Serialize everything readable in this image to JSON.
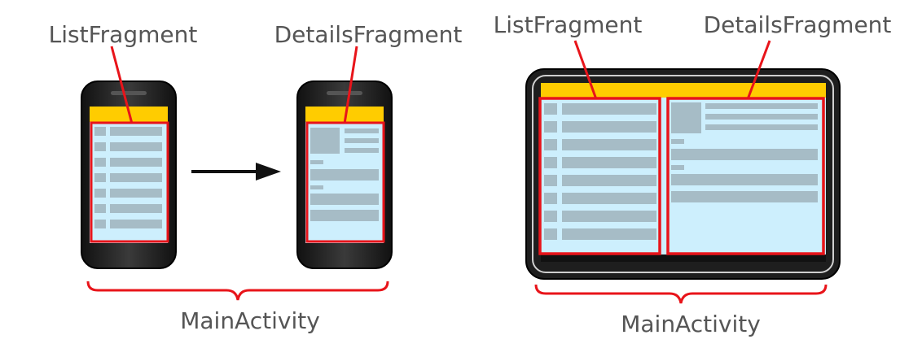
{
  "labels": {
    "left_list": "ListFragment",
    "left_details": "DetailsFragment",
    "left_activity": "MainActivity",
    "right_list": "ListFragment",
    "right_details": "DetailsFragment",
    "right_activity": "MainActivity"
  },
  "colors": {
    "device_body": "#222222",
    "device_screen_bg": "#cdeffd",
    "action_bar": "#ffcc00",
    "list_row": "#a6bcc6",
    "highlight_border": "#e8141a",
    "brace": "#e8141a",
    "arrow": "#111111",
    "label_text": "#555555"
  },
  "icons": {
    "navigation_arrow": "right-arrow-icon"
  }
}
